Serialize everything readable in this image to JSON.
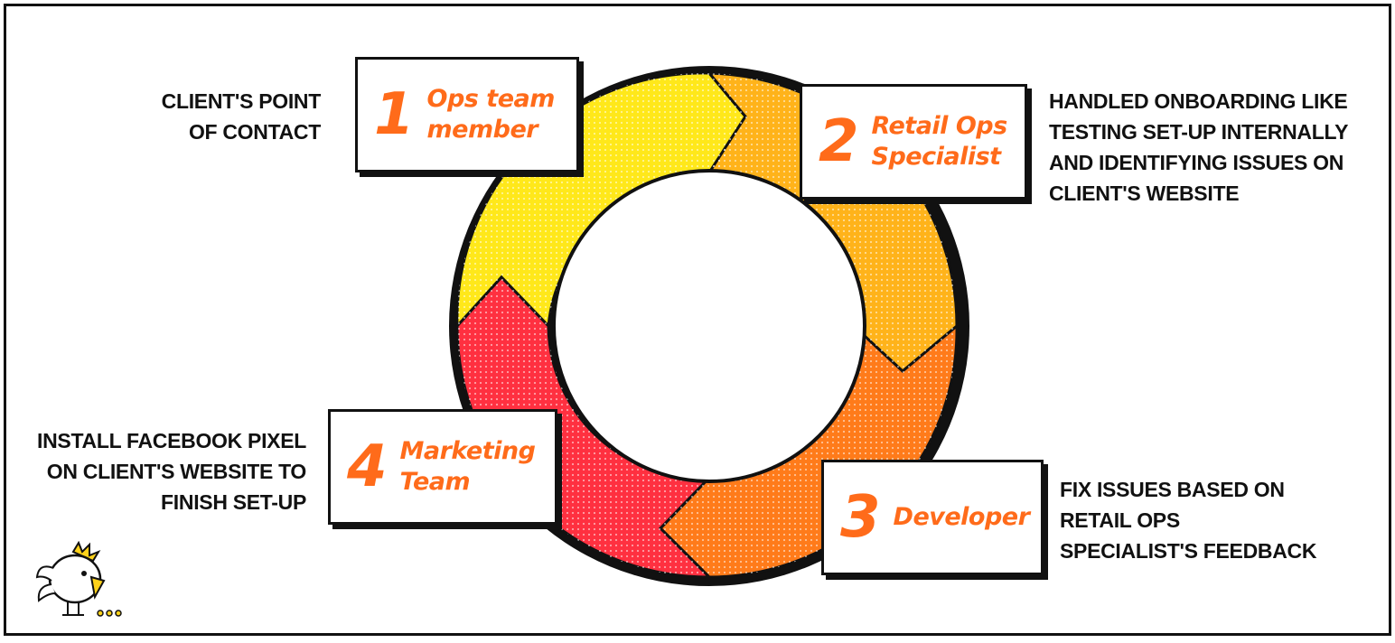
{
  "steps": [
    {
      "number": "1",
      "role_lines": [
        "Ops team",
        "member"
      ],
      "description_lines": [
        "Client's point",
        "of contact"
      ],
      "color": "#ffe81a"
    },
    {
      "number": "2",
      "role_lines": [
        "Retail Ops",
        "Specialist"
      ],
      "description_lines": [
        "Handled onboarding like",
        "testing set-up internally",
        "and identifying issues on",
        "client's website"
      ],
      "color": "#ffb31a"
    },
    {
      "number": "3",
      "role_lines": [
        "Developer"
      ],
      "description_lines": [
        "Fix issues based on",
        "Retail Ops",
        "Specialist's feedback"
      ],
      "color": "#ff7b1a"
    },
    {
      "number": "4",
      "role_lines": [
        "Marketing",
        "Team"
      ],
      "description_lines": [
        "Install Facebook pixel",
        "on client's website to",
        "finish set-up"
      ],
      "color": "#ff3040"
    }
  ],
  "colors": {
    "accent_text": "#ff6b1a",
    "outline": "#111111"
  },
  "icons": {
    "mascot": "chick-mascot-icon"
  }
}
